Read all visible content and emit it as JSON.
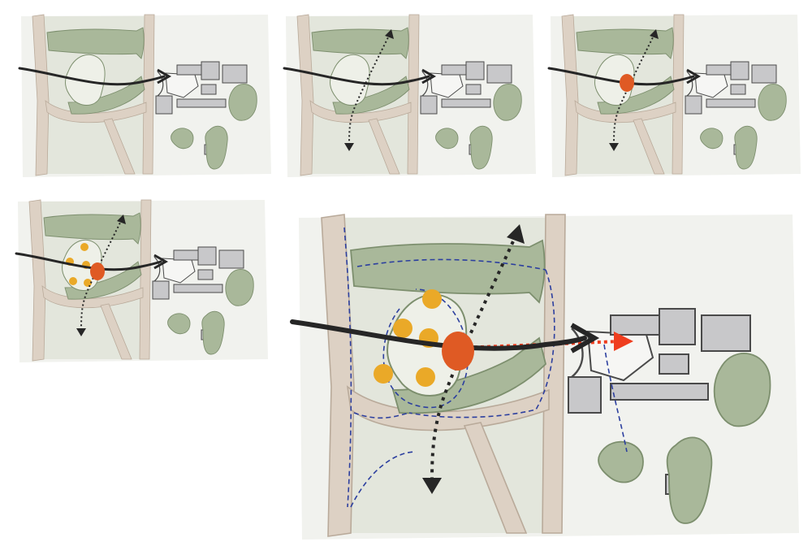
{
  "figure": {
    "type": "site-analysis-diagram-sequence",
    "panel_count": 5,
    "panels": [
      {
        "id": "panel-1",
        "layers": [
          "base-map",
          "primary-axis"
        ]
      },
      {
        "id": "panel-2",
        "layers": [
          "base-map",
          "primary-axis",
          "cross-path"
        ]
      },
      {
        "id": "panel-3",
        "layers": [
          "base-map",
          "primary-axis",
          "cross-path",
          "central-node"
        ]
      },
      {
        "id": "panel-4",
        "layers": [
          "base-map",
          "primary-axis",
          "cross-path",
          "central-node",
          "gathering-spots"
        ]
      },
      {
        "id": "panel-5",
        "layers": [
          "base-map",
          "primary-axis",
          "cross-path",
          "central-node",
          "gathering-spots",
          "extension-axis",
          "loop-paths"
        ]
      }
    ]
  },
  "colors": {
    "background": "#ffffff",
    "paper": "#f1f2ee",
    "lawn": "#e3e6dc",
    "road": "#ddd1c4",
    "road_edge": "#b9aa9a",
    "vegetation": "#a9b89a",
    "vegetation_dark": "#7d8f6e",
    "building": "#c8c8ca",
    "building_edge": "#4a4a4a",
    "plaza": "#f6f6f4",
    "primary_arrow": "#262626",
    "node": "#df5a24",
    "spots": "#eaa928",
    "extension_arrow": "#ef3d1e",
    "loop_path": "#2c3f9f"
  },
  "icons": [
    "arrow-head-icon",
    "dotted-arrow-icon"
  ]
}
